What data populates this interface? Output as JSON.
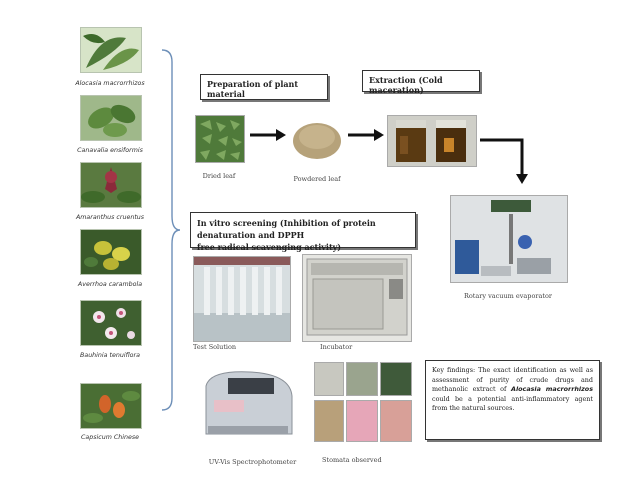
{
  "plants": [
    {
      "name": "Alocasia macrorrhizos",
      "icon": "alocasia-leaf-photo"
    },
    {
      "name": "Canavalia ensiformis",
      "icon": "canavalia-leaf-photo"
    },
    {
      "name": "Amaranthus cruentus",
      "icon": "amaranthus-photo"
    },
    {
      "name": "Averrhoa carambola",
      "icon": "carambola-fruit-photo"
    },
    {
      "name": "Bauhinia tenuiflora",
      "icon": "bauhinia-flower-photo"
    },
    {
      "name": "Capsicum Chinese",
      "icon": "capsicum-photo"
    }
  ],
  "stages": {
    "preparation": "Preparation of plant material",
    "extraction": "Extraction (Cold maceration)",
    "screening_line1": "In vitro screening (Inhibition of protein denaturation and DPPH",
    "screening_line2": "free radical scavenging activity)"
  },
  "captions": {
    "dried_leaf": "Dried leaf",
    "powdered_leaf": "Powdered leaf",
    "rotary": "Rotary vacuum evaporator",
    "test_solution": "Test Solution",
    "incubator": "Incubator",
    "uvvis": "UV-Vis Spectrophotometer",
    "stomata": "Stomata observed"
  },
  "findings": {
    "part1": "Key findings: The exact identification as well as assessment of purity of crude drugs and methanolic extract of ",
    "species": "Alocasia macrorrhizos",
    "part2": " could be a potential anti-inflammatory agent from the natural sources."
  },
  "colors": {
    "leaf_green": "#4f7a3a",
    "powder": "#b6a27a",
    "extract": "#5a3a12",
    "flower_pink": "#c4557a",
    "amaranth": "#8a2a3a",
    "carambola": "#c7c23a",
    "capsicum": "#d2642a"
  }
}
